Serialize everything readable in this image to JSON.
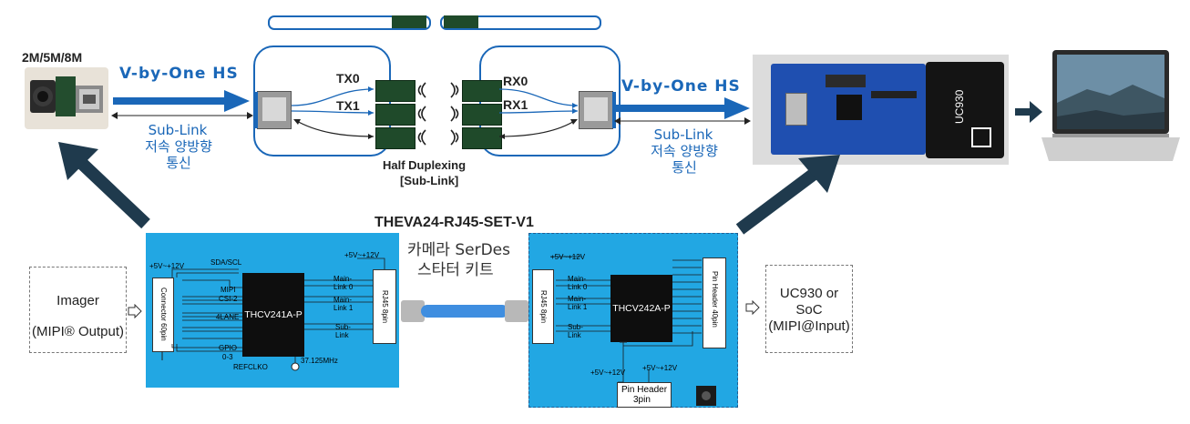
{
  "top_left": {
    "camera_caption": "2M/5M/8M"
  },
  "links": {
    "vbyone_left": "V-by-One HS",
    "vbyone_right": "V-by-One HS",
    "sublink_left": "Sub-Link",
    "sublink_left_kr": "저속 양방향",
    "sublink_left_kr2": "통신",
    "sublink_right": "Sub-Link",
    "sublink_right_kr": "저속 양방향",
    "sublink_right_kr2": "통신"
  },
  "channels": {
    "tx0": "TX0",
    "tx1": "TX1",
    "rx0": "RX0",
    "rx1": "RX1"
  },
  "half_duplex": {
    "line1": "Half Duplexing",
    "line2": "[Sub-Link]"
  },
  "uc930_board": {
    "label": "UC930"
  },
  "set": {
    "title": "THEVA24-RJ45-SET-V1",
    "kr1": "카메라 SerDes",
    "kr2": "스타터 키트"
  },
  "imager": {
    "line1": "Imager",
    "line2": "(MIPI® Output)"
  },
  "soc": {
    "line1": "UC930 or",
    "line2": "SoC",
    "line3": "(MIPI@Input)"
  },
  "tx_board": {
    "chip": "THCV241A-P",
    "connector": "Connector 60pin",
    "rj45": "RJ45 8pin",
    "power": "+5V~+12V",
    "power_in": "+5V~+12V",
    "sda": "SDA/SCL",
    "mipi": "MIPI",
    "csi": "CSI-2",
    "lane": "4LANE",
    "gpio": "GPIO",
    "gpio_range": "0-3",
    "refclk": "REFCLKO",
    "osc": "37.125MHz",
    "main0a": "Main-",
    "main0b": "Link 0",
    "main1a": "Main-",
    "main1b": "Link 1",
    "suba": "Sub-",
    "subb": "Link"
  },
  "rx_board": {
    "chip": "THCV242A-P",
    "rj45": "RJ45 8pin",
    "pin_header_40": "Pin Header 40pin",
    "power": "+5V~+12V",
    "power2": "+5V~+12V",
    "power3": "+5V~+12V",
    "pin_header3_a": "Pin Header",
    "pin_header3_b": "3pin",
    "main0a": "Main-",
    "main0b": "Link 0",
    "main1a": "Main-",
    "main1b": "Link 1",
    "suba": "Sub-",
    "subb": "Link"
  },
  "colors": {
    "accent": "#1a67b8",
    "board": "#22a7e3",
    "arrow_dark": "#1f3a4d"
  }
}
